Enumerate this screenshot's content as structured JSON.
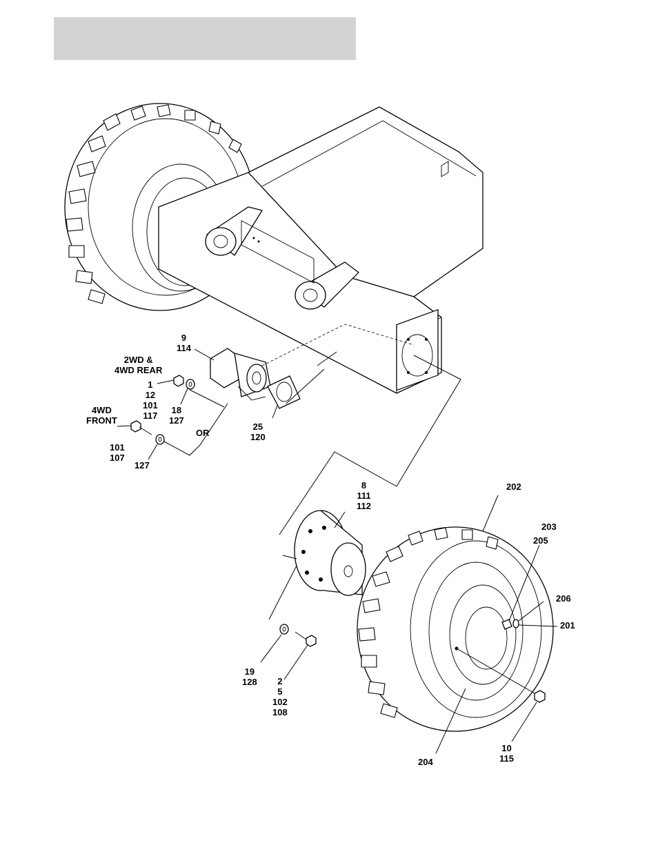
{
  "callouts": {
    "c9": [
      "9",
      "114"
    ],
    "c_2wd": [
      "2WD &",
      "4WD REAR"
    ],
    "c1": [
      "1",
      "12",
      "101",
      "117"
    ],
    "c18": [
      "18",
      "127"
    ],
    "c_4wd": [
      "4WD",
      "FRONT"
    ],
    "c101": [
      "101",
      "107"
    ],
    "c127": [
      "127"
    ],
    "c_or": [
      "OR"
    ],
    "c25": [
      "25",
      "120"
    ],
    "c8": [
      "8",
      "111",
      "112"
    ],
    "c202": [
      "202"
    ],
    "c203": [
      "203"
    ],
    "c205": [
      "205"
    ],
    "c206": [
      "206"
    ],
    "c201": [
      "201"
    ],
    "c19": [
      "19",
      "128"
    ],
    "c2": [
      "2",
      "5",
      "102",
      "108"
    ],
    "c10": [
      "10",
      "115"
    ],
    "c204": [
      "204"
    ]
  }
}
